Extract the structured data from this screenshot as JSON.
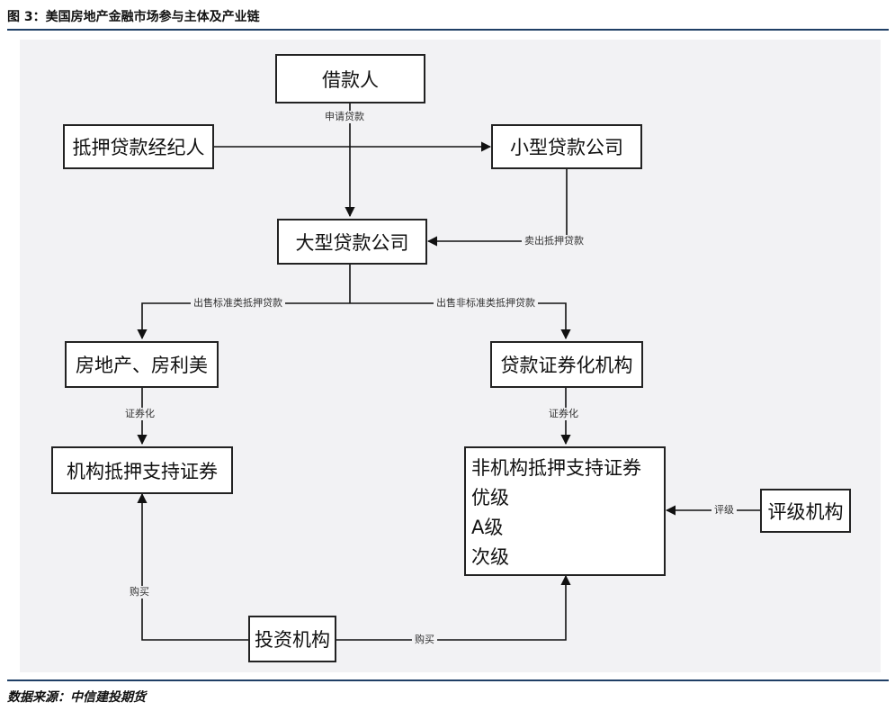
{
  "figure": {
    "title": "图 3：美国房地产金融市场参与主体及产业链",
    "source": "数据来源：中信建投期货"
  },
  "nodes": {
    "borrower": "借款人",
    "broker": "抵押贷款经纪人",
    "small_lender": "小型贷款公司",
    "large_lender": "大型贷款公司",
    "gse": "房地产、房利美",
    "securitizer": "贷款证券化机构",
    "agency_mbs": "机构抵押支持证券",
    "non_agency_mbs": {
      "title": "非机构抵押支持证券",
      "tranches": [
        "优级",
        "A级",
        "次级"
      ]
    },
    "rating_agency": "评级机构",
    "investor": "投资机构"
  },
  "edges": {
    "apply_loan": "申请贷款",
    "sell_mortgage": "卖出抵押贷款",
    "sell_standard": "出售标准类抵押贷款",
    "sell_nonstandard": "出售非标准类抵押贷款",
    "securitize_left": "证券化",
    "securitize_right": "证券化",
    "rating": "评级",
    "buy_left": "购买",
    "buy_right": "购买"
  }
}
